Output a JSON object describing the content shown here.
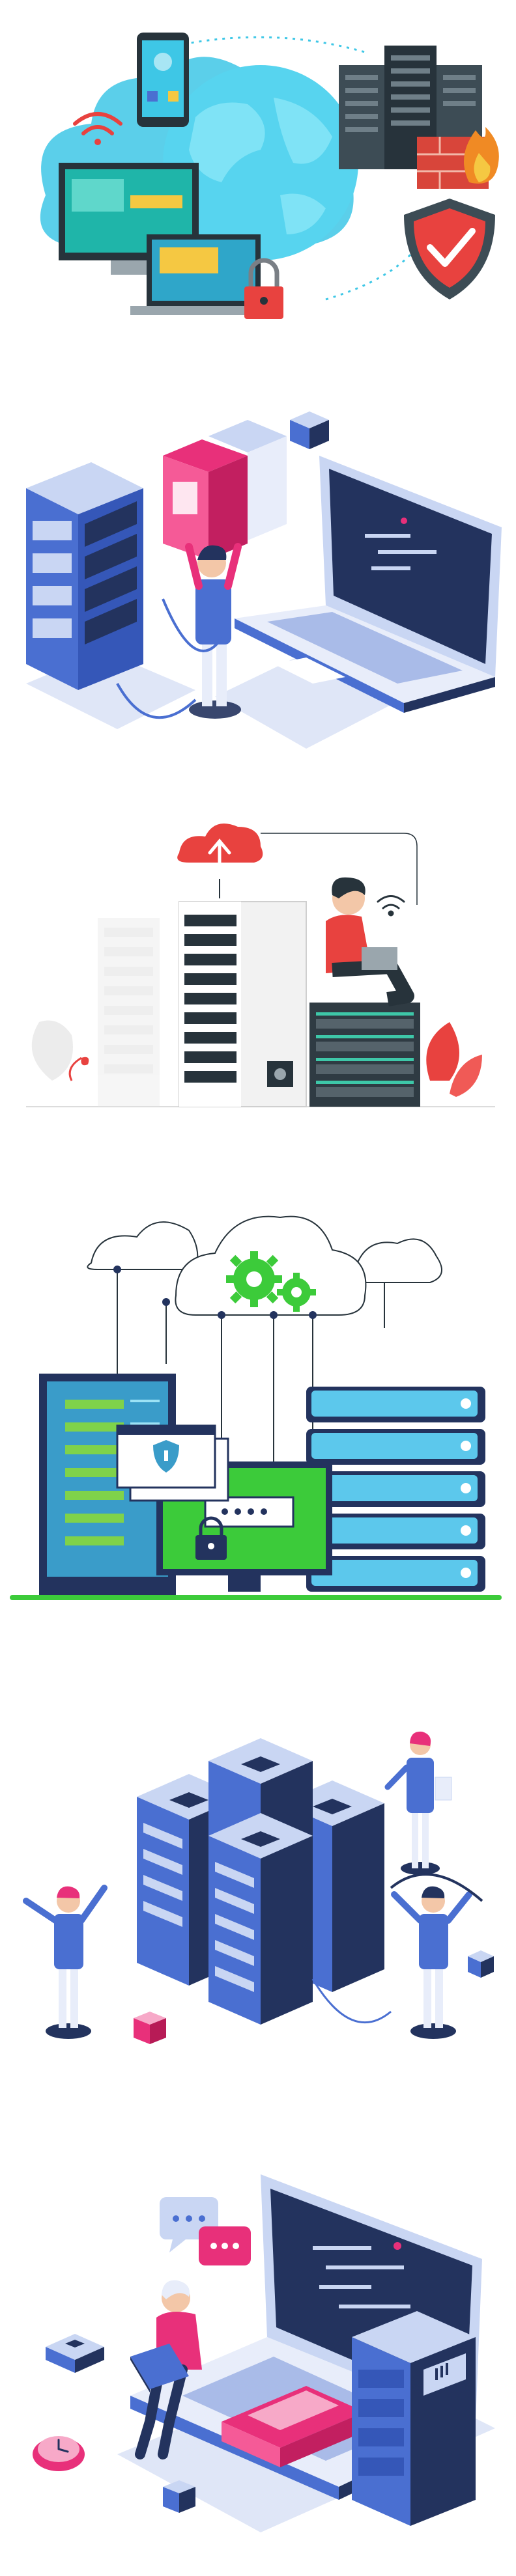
{
  "page": {
    "background": "#ffffff"
  },
  "illustrations": [
    {
      "id": 1,
      "icons": [
        "smartphone-icon",
        "globe-icon",
        "monitor-icon",
        "laptop-icon",
        "padlock-icon",
        "server-rack-icon",
        "firewall-icon",
        "shield-check-icon",
        "wifi-icon"
      ]
    },
    {
      "id": 2,
      "icons": [
        "server-cabinet-icon",
        "book-stack-icon",
        "person-icon",
        "laptop-icon",
        "cube-icon"
      ]
    },
    {
      "id": 3,
      "icons": [
        "cloud-upload-icon",
        "server-rack-icon",
        "person-with-laptop-icon",
        "wifi-icon",
        "plant-icon"
      ]
    },
    {
      "id": 4,
      "icons": [
        "cloud-network-icon",
        "gear-icon",
        "server-tower-icon",
        "shield-window-icon",
        "padlock-icon",
        "monitor-icon",
        "server-stack-icon"
      ]
    },
    {
      "id": 5,
      "icons": [
        "server-cluster-icon",
        "person-icon",
        "cube-icon"
      ]
    },
    {
      "id": 6,
      "icons": [
        "laptop-icon",
        "chat-bubble-icon",
        "person-with-laptop-icon",
        "book-stack-icon",
        "server-cabinet-icon",
        "clock-icon",
        "cube-icon"
      ]
    }
  ],
  "colors": {
    "navy": "#23335e",
    "blue": "#4a6fd1",
    "lightblue": "#c9d6f3",
    "cyan": "#3ec7e6",
    "pink": "#e8307a",
    "red": "#e8423f",
    "orange": "#f08a24",
    "green": "#3ccb3a",
    "dark": "#27333b"
  }
}
